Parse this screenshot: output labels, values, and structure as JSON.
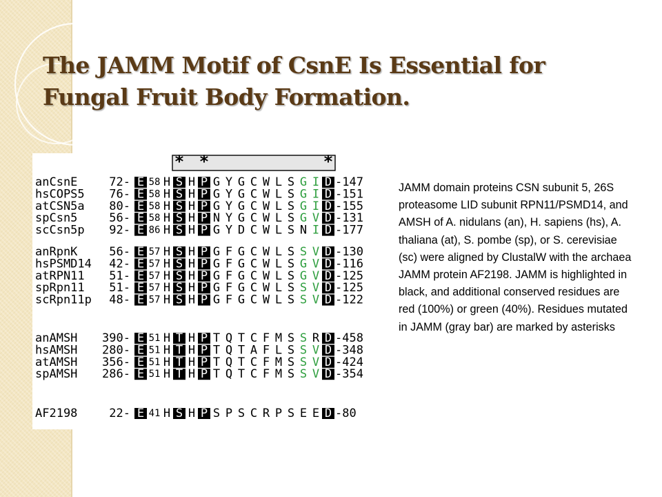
{
  "slide": {
    "title": "The JAMM Motif of CsnE Is Essential for Fungal Fruit Body Formation.",
    "caption": "JAMM domain proteins CSN subunit 5, 26S proteasome LID subunit RPN11/PSMD14, and AMSH of A. nidulans (an), H. sapiens (hs), A. thaliana (at), S. pombe (sp), or S. cerevisiae (sc) were aligned by ClustalW with the archaea JAMM protein AF2198. JAMM is highlighted in black, and additional conserved residues are red (100%) or green (40%). Residues mutated in JAMM (gray bar) are marked by asterisks"
  },
  "colors": {
    "band": "#f3e6c2",
    "title": "#5a3a16",
    "jamm_highlight": "#000000",
    "conserved_100": "#e0303a",
    "conserved_40": "#2e9e3e",
    "mutated_bar": "#e6e6e6"
  },
  "figure": {
    "bar_marks": [
      "*",
      "*",
      "*"
    ],
    "groups": [
      {
        "rows": [
          {
            "name": "anCsnE",
            "start": "72",
            "residues": "E58HSHPGYGCWLSGID",
            "end": "147"
          },
          {
            "name": "hsCOPS5",
            "start": "76",
            "residues": "E58HSHPGYGCWLSGID",
            "end": "151"
          },
          {
            "name": "atCSN5a",
            "start": "80",
            "residues": "E58HSHPGYGCWLSGID",
            "end": "155"
          },
          {
            "name": "spCsn5",
            "start": "56",
            "residues": "E58HSHPNYGCWLSGVD",
            "end": "131"
          },
          {
            "name": "scCsn5p",
            "start": "92",
            "residues": "E86HSHPGYDCWLSNID",
            "end": "177"
          }
        ]
      },
      {
        "rows": [
          {
            "name": "anRpnK",
            "start": "56",
            "residues": "E57HSHPGFGCWLSSVD",
            "end": "130"
          },
          {
            "name": "hsPSMD14",
            "start": "42",
            "residues": "E57HSHPGFGCWLSGVD",
            "end": "116"
          },
          {
            "name": "atRPN11",
            "start": "51",
            "residues": "E57HSHPGFGCWLSGVD",
            "end": "125"
          },
          {
            "name": "spRpn11",
            "start": "51",
            "residues": "E57HSHPGFGCWLSSVD",
            "end": "125"
          },
          {
            "name": "scRpn11p",
            "start": "48",
            "residues": "E57HSHPGFGCWLSSVD",
            "end": "122"
          }
        ]
      },
      {
        "rows": [
          {
            "name": "anAMSH",
            "start": "390",
            "residues": "E51HTHPTQTCFMSSRD",
            "end": "458"
          },
          {
            "name": "hsAMSH",
            "start": "280",
            "residues": "E51HTHPTQTAFLSSVD",
            "end": "348"
          },
          {
            "name": "atAMSH",
            "start": "356",
            "residues": "E51HTHPTQTCFMSSVD",
            "end": "424"
          },
          {
            "name": "spAMSH",
            "start": "286",
            "residues": "E51HTHPTQTCFMSSVD",
            "end": "354"
          }
        ]
      },
      {
        "rows": [
          {
            "name": "AF2198",
            "start": "22",
            "residues": "E41HSHPSPSCRPSEED",
            "end": "80"
          }
        ]
      }
    ]
  }
}
